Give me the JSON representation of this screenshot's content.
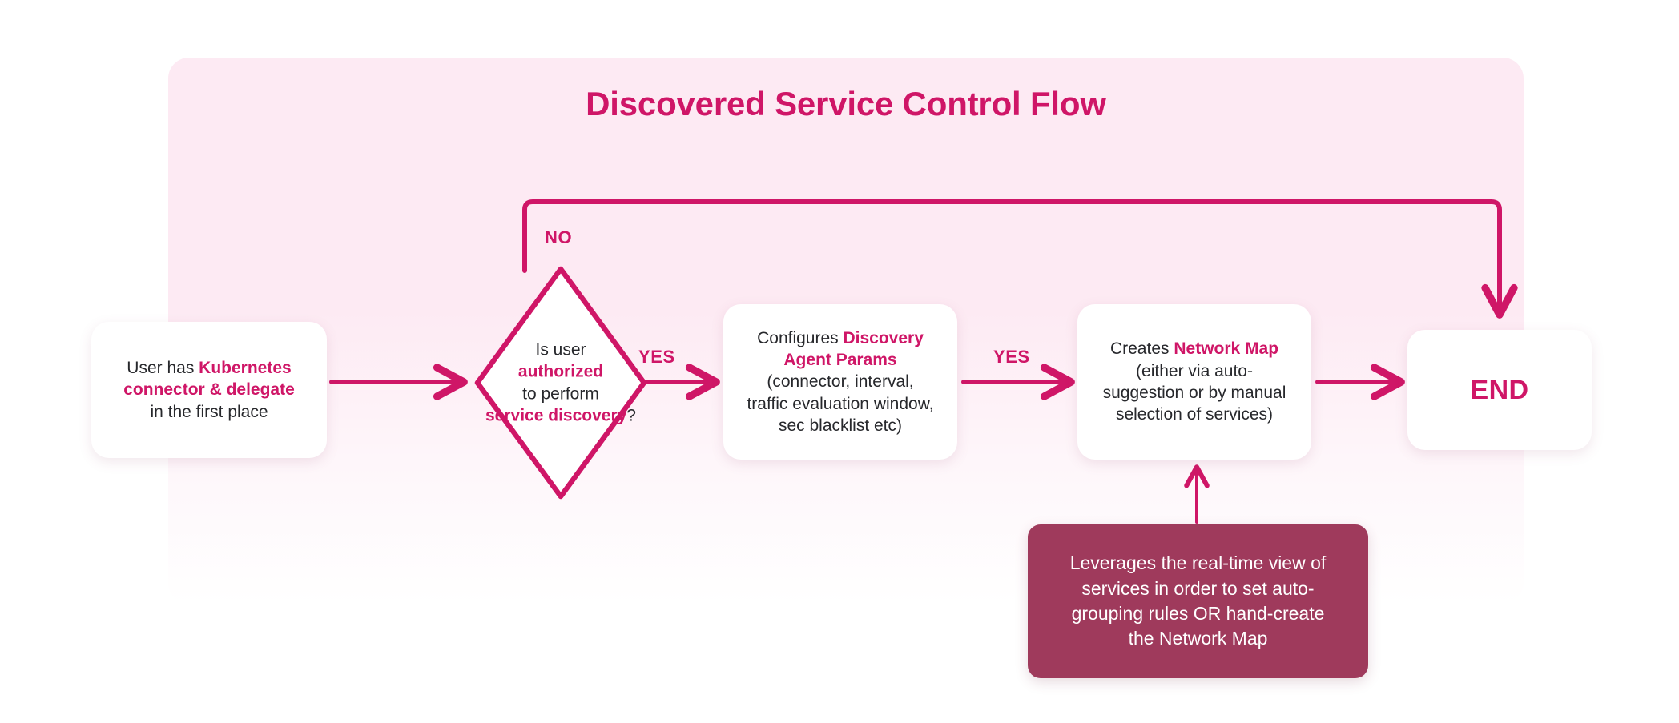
{
  "diagram": {
    "title": "Discovered Service Control Flow",
    "accent_color": "#cf1667",
    "panel_color": "#fdeaf3",
    "note_color": "#9f3a5c",
    "node_text_color": "#27282c",
    "nodes": {
      "start": {
        "id": "start",
        "shape": "rounded-rect",
        "lines": [
          {
            "segments": [
              {
                "text": "User has ",
                "emphasis": false
              },
              {
                "text": "Kubernetes",
                "emphasis": true
              }
            ]
          },
          {
            "segments": [
              {
                "text": "connector & delegate",
                "emphasis": true
              }
            ]
          },
          {
            "segments": [
              {
                "text": "in the first place",
                "emphasis": false
              }
            ]
          }
        ],
        "plain_text": "User has Kubernetes connector & delegate in the first place"
      },
      "decision": {
        "id": "decision",
        "shape": "diamond",
        "lines": [
          {
            "segments": [
              {
                "text": "Is user",
                "emphasis": false
              }
            ]
          },
          {
            "segments": [
              {
                "text": "authorized",
                "emphasis": true
              }
            ]
          },
          {
            "segments": [
              {
                "text": "to perform",
                "emphasis": false
              }
            ]
          },
          {
            "segments": [
              {
                "text": "service discovery",
                "emphasis": true
              },
              {
                "text": "?",
                "emphasis": false
              }
            ]
          }
        ],
        "plain_text": "Is user authorized to perform service discovery?"
      },
      "config": {
        "id": "config",
        "shape": "rounded-rect",
        "lines": [
          {
            "segments": [
              {
                "text": "Configures ",
                "emphasis": false
              },
              {
                "text": "Discovery",
                "emphasis": true
              }
            ]
          },
          {
            "segments": [
              {
                "text": "Agent Params",
                "emphasis": true
              }
            ]
          },
          {
            "segments": [
              {
                "text": "(connector, interval,",
                "emphasis": false
              }
            ]
          },
          {
            "segments": [
              {
                "text": "traffic evaluation window,",
                "emphasis": false
              }
            ]
          },
          {
            "segments": [
              {
                "text": "sec blacklist etc)",
                "emphasis": false
              }
            ]
          }
        ],
        "plain_text": "Configures Discovery Agent Params (connector, interval, traffic evaluation window, sec blacklist etc)"
      },
      "map": {
        "id": "map",
        "shape": "rounded-rect",
        "lines": [
          {
            "segments": [
              {
                "text": "Creates ",
                "emphasis": false
              },
              {
                "text": "Network Map",
                "emphasis": true
              }
            ]
          },
          {
            "segments": [
              {
                "text": "(either via auto-",
                "emphasis": false
              }
            ]
          },
          {
            "segments": [
              {
                "text": "suggestion or by manual",
                "emphasis": false
              }
            ]
          },
          {
            "segments": [
              {
                "text": "selection of services)",
                "emphasis": false
              }
            ]
          }
        ],
        "plain_text": "Creates Network Map (either via auto-suggestion or by manual selection of services)"
      },
      "end": {
        "id": "end",
        "shape": "rounded-rect",
        "label": "END"
      },
      "note": {
        "id": "note",
        "shape": "rounded-rect-filled",
        "lines": [
          {
            "segments": [
              {
                "text": "Leverages the real-time view of",
                "emphasis": false
              }
            ]
          },
          {
            "segments": [
              {
                "text": "services in order to set auto-",
                "emphasis": false
              }
            ]
          },
          {
            "segments": [
              {
                "text": "grouping rules OR hand-create",
                "emphasis": false
              }
            ]
          },
          {
            "segments": [
              {
                "text": "the Network Map",
                "emphasis": false
              }
            ]
          }
        ],
        "plain_text": "Leverages the real-time view of services in order to set auto-grouping rules OR hand-create the Network Map"
      }
    },
    "edges": [
      {
        "from": "start",
        "to": "decision",
        "label": ""
      },
      {
        "from": "decision",
        "to": "end",
        "label": "NO",
        "route": "top-loop"
      },
      {
        "from": "decision",
        "to": "config",
        "label": "YES"
      },
      {
        "from": "config",
        "to": "map",
        "label": "YES"
      },
      {
        "from": "map",
        "to": "end",
        "label": ""
      },
      {
        "from": "note",
        "to": "map",
        "label": "",
        "style": "thin"
      }
    ],
    "labels": {
      "no": "NO",
      "yes_1": "YES",
      "yes_2": "YES"
    }
  }
}
